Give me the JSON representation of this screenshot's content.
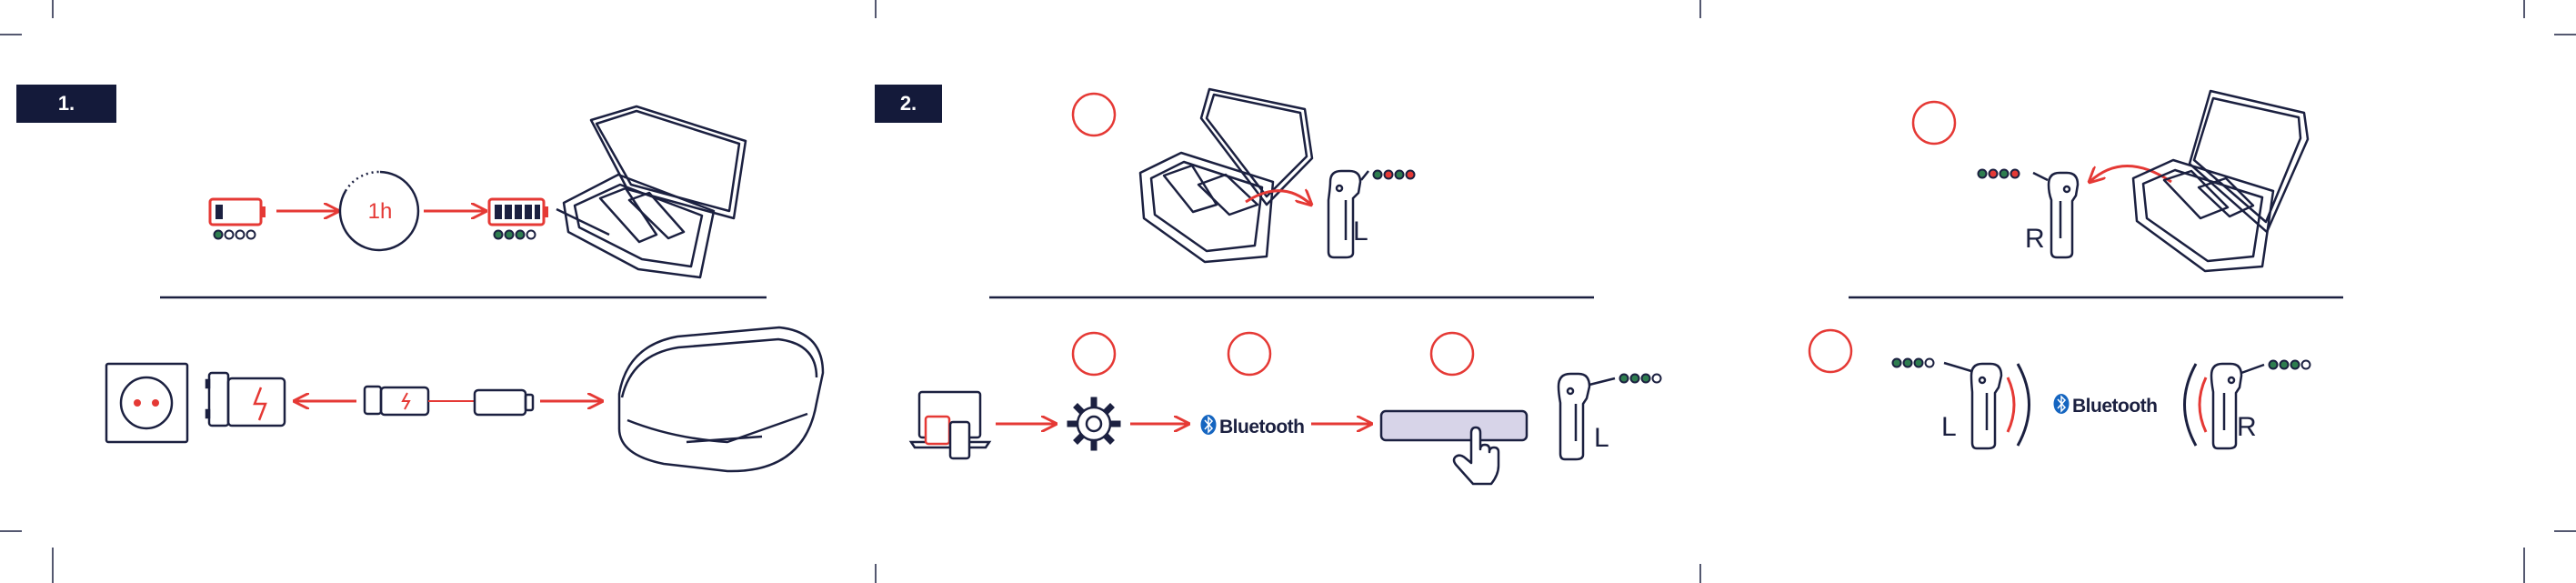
{
  "steps": {
    "step1_label": "1.",
    "step2_label": "2."
  },
  "charge": {
    "duration_label": "1h"
  },
  "pairing": {
    "bluetooth_label": "Bluetooth",
    "bluetooth_label_2": "Bluetooth",
    "earbud_left_label": "L",
    "earbud_left_label_2": "L",
    "earbud_left_label_3": "L",
    "earbud_right_label": "R",
    "earbud_right_label_2": "R"
  },
  "colors": {
    "accent_red": "#e53935",
    "ink_navy": "#1b2040",
    "led_green": "#2e7d4f",
    "device_fill": "#d7d4e8",
    "badge_bg": "#141a3a"
  },
  "icons": [
    "battery-low-icon",
    "clock-icon",
    "battery-full-icon",
    "charging-case-open-icon",
    "wall-socket-icon",
    "charger-plug-icon",
    "usb-a-connector-icon",
    "usb-c-connector-icon",
    "charging-case-closed-icon",
    "earbud-left-icon",
    "earbud-right-icon",
    "phone-laptop-icon",
    "gear-icon",
    "bluetooth-icon",
    "finger-tap-icon",
    "led-dots-icon"
  ]
}
